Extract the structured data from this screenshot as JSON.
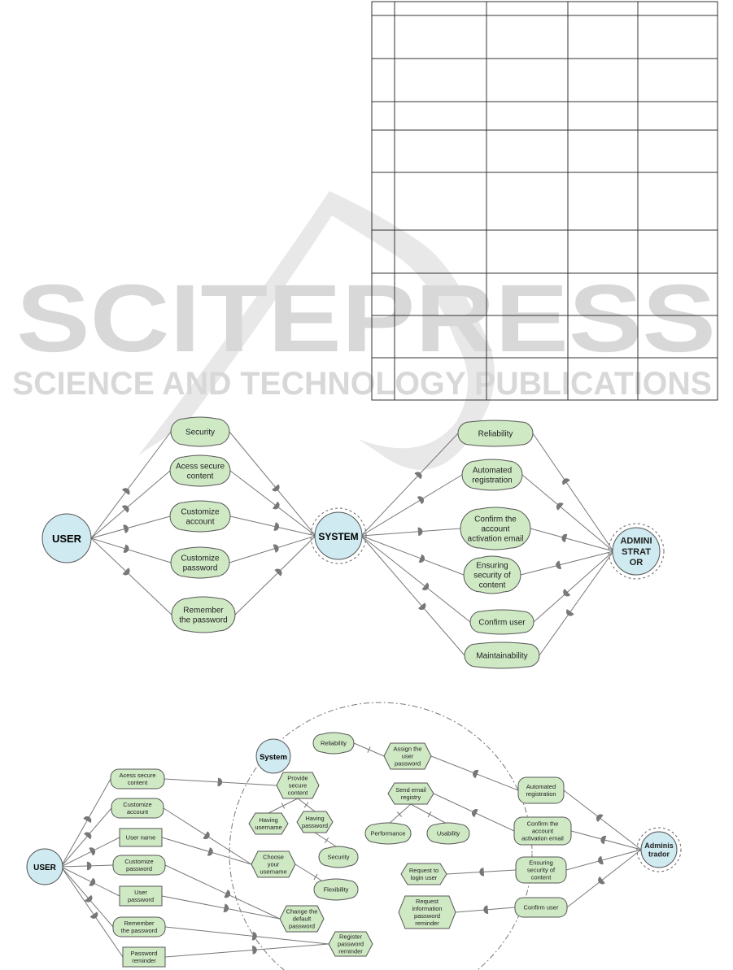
{
  "watermark": {
    "title": "SCITEPRESS",
    "subtitle": "SCIENCE AND TECHNOLOGY PUBLICATIONS"
  },
  "colors": {
    "node_fill": "#cfe9c4",
    "actor_fill": "#cfeaf0",
    "stroke": "#666666",
    "watermark": "#d2d2d2"
  },
  "table": {
    "rows": 9,
    "cols": 5
  },
  "diagram1": {
    "actors": {
      "user": "USER",
      "system": "SYSTEM",
      "admin": [
        "ADMINI",
        "STRAT",
        "OR"
      ]
    },
    "user_goals": [
      [
        "Security"
      ],
      [
        "Acess secure",
        "content"
      ],
      [
        "Customize",
        "account"
      ],
      [
        "Customize",
        "password"
      ],
      [
        "Remember",
        "the password"
      ]
    ],
    "admin_goals": [
      [
        "Reliability"
      ],
      [
        "Automated",
        "registration"
      ],
      [
        "Confirm the",
        "account",
        "activation email"
      ],
      [
        "Ensuring",
        "security of",
        "content"
      ],
      [
        "Confirm user"
      ],
      [
        "Maintainability"
      ]
    ]
  },
  "diagram2": {
    "actors": {
      "user": "USER",
      "system": "System",
      "admin": [
        "Adminis",
        "trador"
      ]
    },
    "user_items": [
      [
        "Acess secure",
        "content"
      ],
      [
        "Customize",
        "account"
      ],
      [
        "User name"
      ],
      [
        "Customize",
        "password"
      ],
      [
        "User",
        "password"
      ],
      [
        "Remember",
        "the password"
      ],
      [
        "Password",
        "reminder"
      ]
    ],
    "system_items": {
      "reliability": [
        "Reliability"
      ],
      "assign_password": [
        "Assign the",
        "user",
        "password"
      ],
      "provide_secure": [
        "Provide",
        "secure",
        "content"
      ],
      "send_email": [
        "Send email",
        "registry"
      ],
      "having_username": [
        "Having",
        "username"
      ],
      "having_password": [
        "Having",
        "password"
      ],
      "performance": [
        "Performance"
      ],
      "usability": [
        "Usability"
      ],
      "security": [
        "Security"
      ],
      "choose_username": [
        "Choose",
        "your",
        "username"
      ],
      "request_login": [
        "Request to",
        "login user"
      ],
      "flexibility": [
        "Flexibility"
      ],
      "change_password": [
        "Change the",
        "default",
        "password"
      ],
      "request_reminder": [
        "Request",
        "information",
        "password",
        "reminder"
      ],
      "register_reminder": [
        "Register",
        "password",
        "reminder"
      ]
    },
    "admin_items": [
      [
        "Automated",
        "registration"
      ],
      [
        "Confirm the",
        "account",
        "activation email"
      ],
      [
        "Ensuring",
        "security of",
        "content"
      ],
      [
        "Confirm user"
      ]
    ]
  }
}
